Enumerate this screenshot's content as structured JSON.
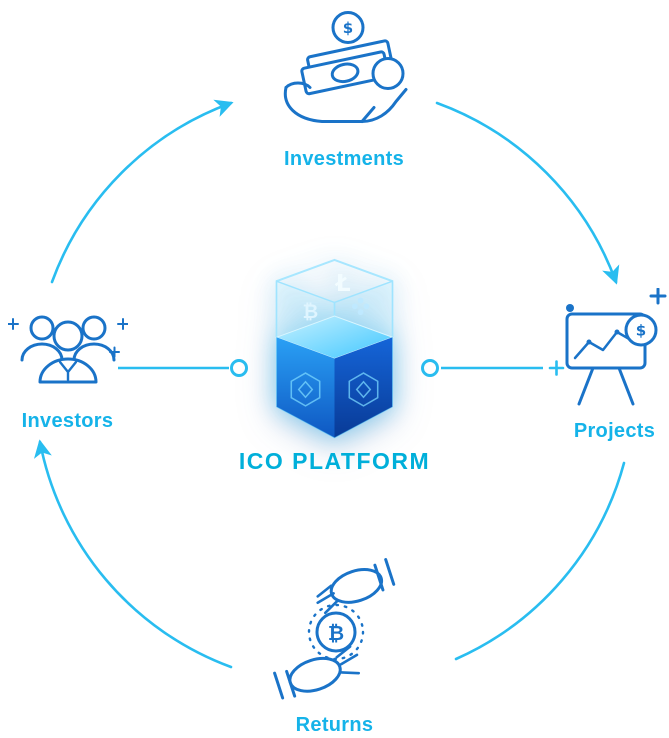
{
  "diagram": {
    "title": "ICO PLATFORM",
    "cycle_direction": "clockwise",
    "nodes": {
      "investments": {
        "label": "Investments",
        "icon": "hand-money-icon"
      },
      "projects": {
        "label": "Projects",
        "icon": "presentation-chart-icon"
      },
      "returns": {
        "label": "Returns",
        "icon": "handshake-bitcoin-icon"
      },
      "investors": {
        "label": "Investors",
        "icon": "investors-group-icon"
      }
    },
    "center": {
      "icon": "ico-platform-cube-icon",
      "symbols": {
        "litecoin": "Ł",
        "bitcoin": "₿",
        "ethereum": "◆",
        "dollar": "$"
      }
    },
    "colors": {
      "arrow": "#29bdf0",
      "label": "#15b3e9",
      "title": "#00afda",
      "icon_stroke": "#1a73c8",
      "cube_top": "#41c7ff",
      "cube_left": "#1f8ff0",
      "cube_right": "#0d47a1"
    }
  }
}
